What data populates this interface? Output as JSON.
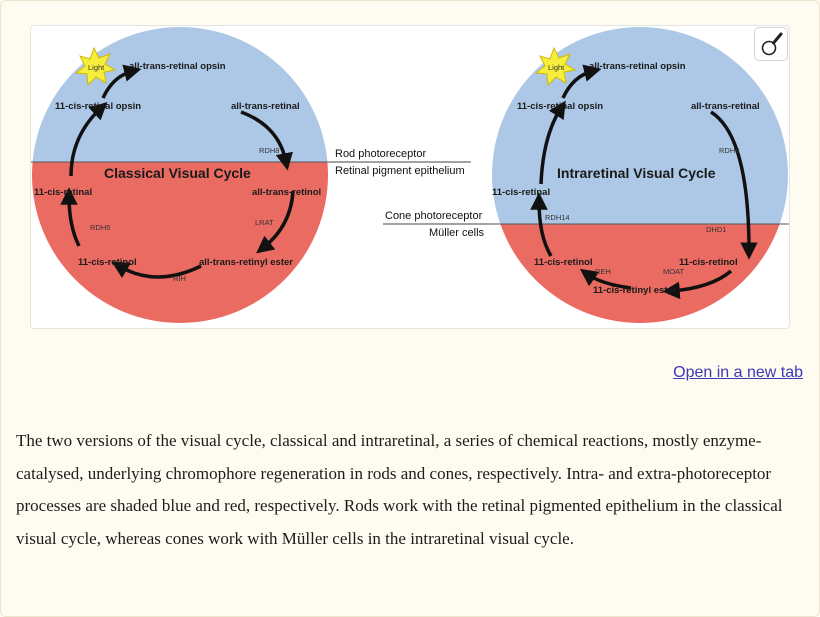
{
  "figure": {
    "left": {
      "title": "Classical Visual Cycle",
      "light": "Light",
      "labels": {
        "top": "all-trans-retinal opsin",
        "upper_left": "11-cis-retinal opsin",
        "upper_right": "all-trans-retinal",
        "mid_left": "11-cis-retinal",
        "mid_right": "all-trans-retinol",
        "lower_left": "11-cis-retinol",
        "lower_right": "all-trans-retinyl ester"
      },
      "enzymes": {
        "rdh8": "RDH8",
        "lrat": "LRAT",
        "rdh5": "RDH5",
        "rih": "RIH"
      }
    },
    "right": {
      "title": "Intraretinal Visual Cycle",
      "light": "Light",
      "labels": {
        "top": "all-trans-retinal opsin",
        "upper_left": "11-cis-retinal opsin",
        "upper_right": "all-trans-retinal",
        "mid_left": "11-cis-retinal",
        "lower_left": "11-cis-retinol",
        "lower_right": "11-cis-retinol",
        "bottom": "11-cis-retinyl ester"
      },
      "enzymes": {
        "rdh8": "RDH8",
        "rdh14": "RDH14",
        "dhd1": "DHD1",
        "reh": "REH",
        "moat": "MOAT"
      }
    },
    "middle": {
      "rod": "Rod photoreceptor",
      "rpe": "Retinal pigment epithelium",
      "cone": "Cone photoreceptor",
      "muller": "Müller cells"
    },
    "colors": {
      "blue": "#adc8e6",
      "red": "#ea6b62",
      "arrow": "#111111",
      "light_star": "#f6ee3c"
    }
  },
  "zoom_button_icon": "magnifier-icon",
  "open_link": "Open in a new tab",
  "caption": "The two versions of the visual cycle, classical and intraretinal, a series of chemical reactions, mostly enzyme-catalysed, underlying chromophore regeneration in rods and cones, respectively. Intra- and extra-photoreceptor processes are shaded blue and red, respectively. Rods work with the retinal pigmented epithelium in the classical visual cycle, whereas cones work with Müller cells in the intraretinal visual cycle."
}
